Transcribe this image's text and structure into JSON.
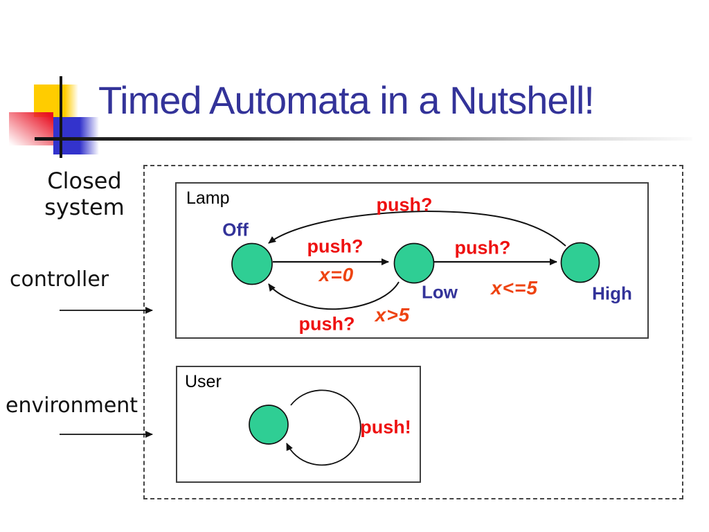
{
  "title": "Timed Automata in a Nutshell!",
  "side_labels": {
    "closed_system_line1": "Closed",
    "closed_system_line2": "system",
    "controller": "controller",
    "environment": "environment"
  },
  "lamp": {
    "box_label": "Lamp",
    "states": {
      "off": "Off",
      "low": "Low",
      "high": "High"
    },
    "transitions": {
      "high_to_off": {
        "from": "High",
        "to": "Off",
        "action": "push?"
      },
      "off_to_low": {
        "from": "Off",
        "to": "Low",
        "action": "push?",
        "guard": "x=0"
      },
      "low_to_high": {
        "from": "Low",
        "to": "High",
        "action": "push?",
        "guard": "x<=5"
      },
      "low_to_off": {
        "from": "Low",
        "to": "Off",
        "action": "push?",
        "guard": "x>5"
      }
    }
  },
  "user": {
    "box_label": "User",
    "self_loop": {
      "action": "push!"
    }
  },
  "colors": {
    "title_blue": "#333399",
    "state_label_blue": "#333399",
    "action_red": "#EE1111",
    "guard_orange": "#EE4411",
    "node_green": "#2FCE94",
    "line_black": "#111111"
  }
}
